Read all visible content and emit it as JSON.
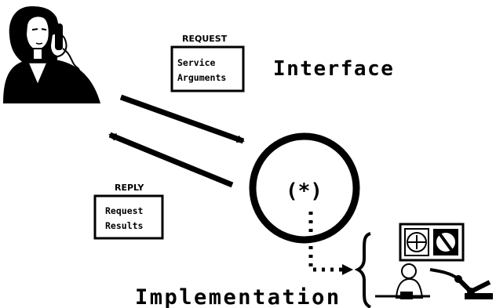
{
  "request": {
    "heading": "REQUEST",
    "line1": "Service",
    "line2": "Arguments"
  },
  "reply": {
    "heading": "REPLY",
    "line1": "Request",
    "line2": "Results"
  },
  "interface_label": "Interface",
  "implementation_label": "Implementation",
  "server_symbol": "(*)",
  "icons": {
    "client": "person-on-phone-icon",
    "server": "server-object-icon",
    "workstation": "robot-arm-workstation-icon"
  },
  "colors": {
    "ink": "#000000",
    "paper": "#ffffff"
  }
}
